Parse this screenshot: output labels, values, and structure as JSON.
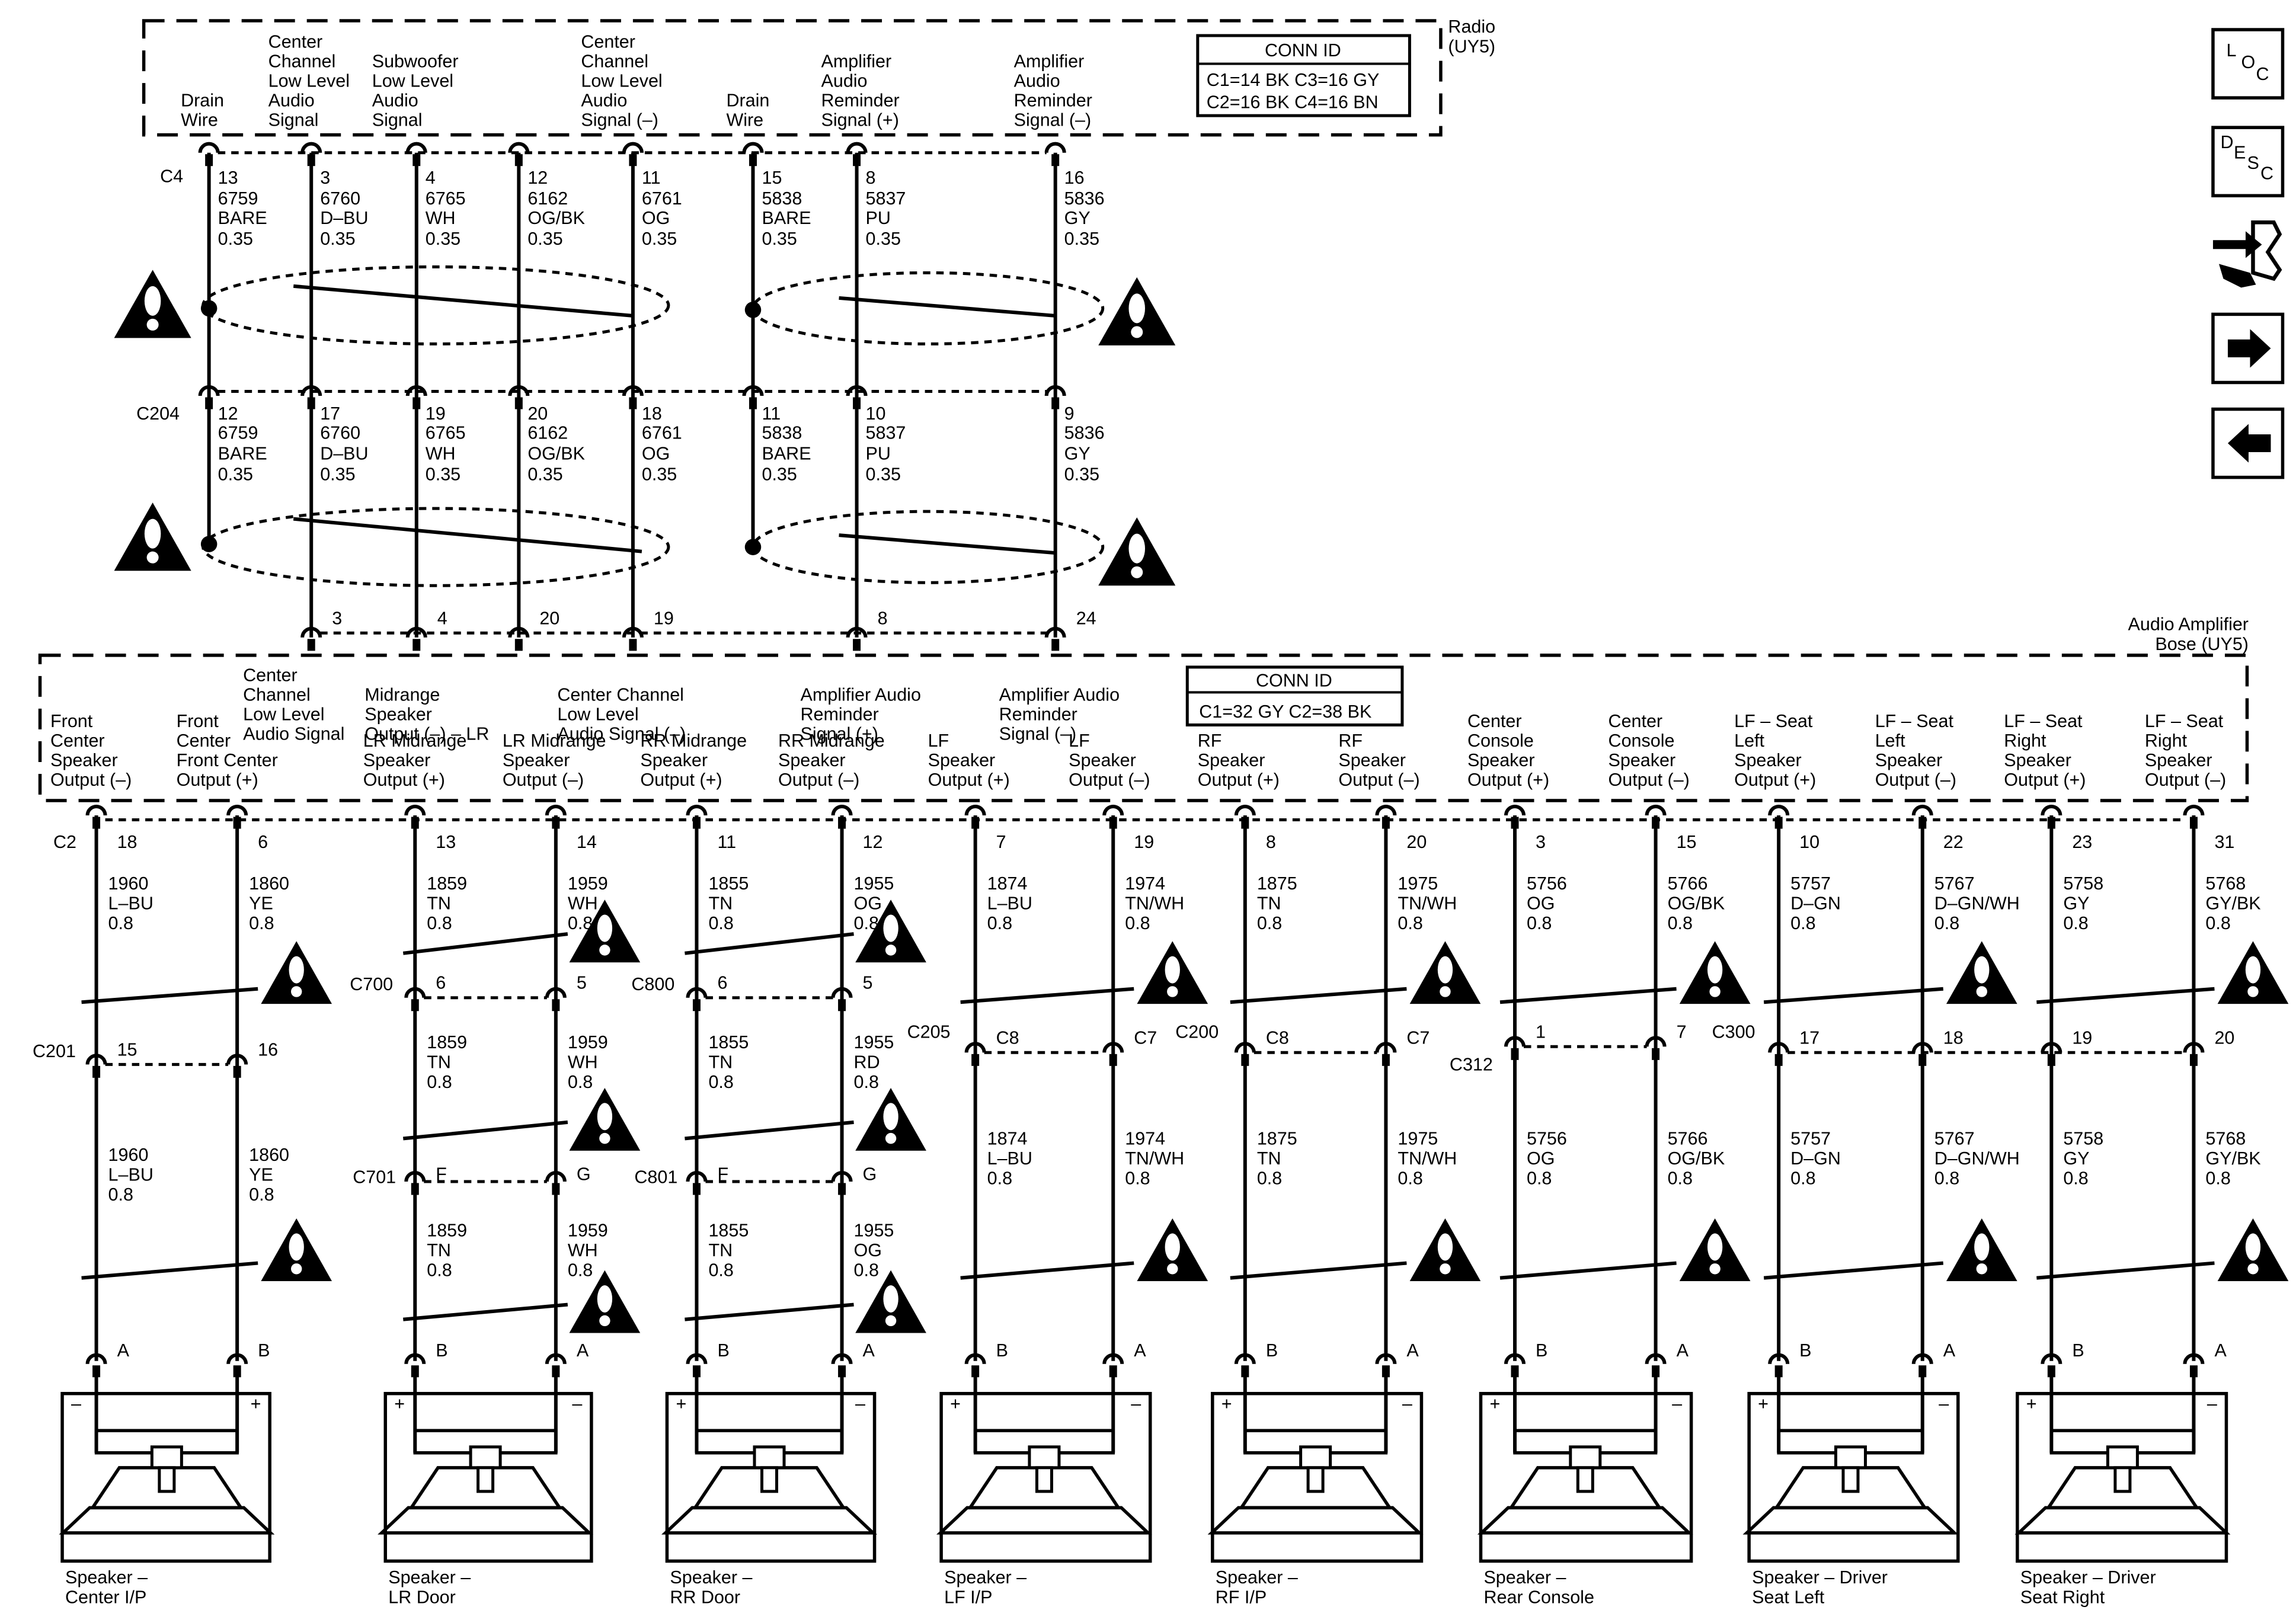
{
  "radio": {
    "name": "Radio\n(UY5)",
    "conn_id_title": "CONN ID",
    "conn_id_lines": [
      "C1=14 BK  C3=16 GY",
      "C2=16 BK  C4=16 BN"
    ],
    "connector": "C4",
    "signals": [
      "Drain\nWire",
      "Center\nChannel\nLow Level\nAudio\nSignal",
      "Subwoofer\nLow Level\nAudio\nSignal",
      "Center\nChannel\nLow Level\nAudio\nSignal (–)",
      "Drain\nWire",
      "Amplifier\nAudio\nReminder\nSignal (+)",
      "Amplifier\nAudio\nReminder\nSignal (–)"
    ]
  },
  "upper_wires": [
    {
      "pin_c4": "13",
      "circuit": "6759",
      "color": "BARE",
      "gauge": "0.35",
      "pin_c204": "12",
      "pin_amp": ""
    },
    {
      "pin_c4": "3",
      "circuit": "6760",
      "color": "D–BU",
      "gauge": "0.35",
      "pin_c204": "17",
      "pin_amp": "3"
    },
    {
      "pin_c4": "4",
      "circuit": "6765",
      "color": "WH",
      "gauge": "0.35",
      "pin_c204": "19",
      "pin_amp": "4"
    },
    {
      "pin_c4": "12",
      "circuit": "6162",
      "color": "OG/BK",
      "gauge": "0.35",
      "pin_c204": "20",
      "pin_amp": "20"
    },
    {
      "pin_c4": "11",
      "circuit": "6761",
      "color": "OG",
      "gauge": "0.35",
      "pin_c204": "18",
      "pin_amp": "19"
    },
    {
      "pin_c4": "15",
      "circuit": "5838",
      "color": "BARE",
      "gauge": "0.35",
      "pin_c204": "11",
      "pin_amp": ""
    },
    {
      "pin_c4": "8",
      "circuit": "5837",
      "color": "PU",
      "gauge": "0.35",
      "pin_c204": "10",
      "pin_amp": "8"
    },
    {
      "pin_c4": "16",
      "circuit": "5836",
      "color": "GY",
      "gauge": "0.35",
      "pin_c204": "9",
      "pin_amp": "24"
    }
  ],
  "c204_label": "C204",
  "amplifier": {
    "name": "Audio Amplifier\nBose (UY5)",
    "conn_id_title": "CONN ID",
    "conn_id_lines": [
      "C1=32 GY  C2=38 BK"
    ],
    "connector": "C2",
    "top_signals": [
      "Center\nChannel\nLow Level\nAudio Signal",
      "Midrange\nSpeaker\nOutput (–) – LR",
      "Center Channel\nLow Level\nAudio Signal (–)",
      "Amplifier Audio\nReminder\nSignal (+)",
      "Amplifier Audio\nReminder\nSignal (–)"
    ],
    "outputs": [
      "Front\nCenter\nSpeaker\nOutput (–)",
      "Front\nCenter\nFront Center\nOutput (+)",
      "LR Midrange\nSpeaker\nOutput (+)",
      "LR Midrange\nSpeaker\nOutput (–)",
      "RR Midrange\nSpeaker\nOutput (+)",
      "RR Midrange\nSpeaker\nOutput (–)",
      "LF\nSpeaker\nOutput (+)",
      "LF\nSpeaker\nOutput (–)",
      "RF\nSpeaker\nOutput (+)",
      "RF\nSpeaker\nOutput (–)",
      "Center\nConsole\nSpeaker\nOutput (+)",
      "Center\nConsole\nSpeaker\nOutput (–)",
      "LF – Seat\nLeft\nSpeaker\nOutput (+)",
      "LF – Seat\nLeft\nSpeaker\nOutput (–)",
      "LF – Seat\nRight\nSpeaker\nOutput (+)",
      "LF – Seat\nRight\nSpeaker\nOutput (–)"
    ]
  },
  "lower_wires": [
    {
      "pin": "18",
      "w1": "1960\nL–BU\n0.8",
      "mid_pin": "15",
      "w2": "1960\nL–BU\n0.8",
      "w3": "",
      "spk_pin": "A"
    },
    {
      "pin": "6",
      "w1": "1860\nYE\n0.8",
      "mid_pin": "16",
      "w2": "1860\nYE\n0.8",
      "w3": "",
      "spk_pin": "B"
    },
    {
      "pin": "13",
      "w1": "1859\nTN\n0.8",
      "mid_pin": "6",
      "w2": "1859\nTN\n0.8",
      "low_pin": "F",
      "w3": "1859\nTN\n0.8",
      "spk_pin": "B"
    },
    {
      "pin": "14",
      "w1": "1959\nWH\n0.8",
      "mid_pin": "5",
      "w2": "1959\nWH\n0.8",
      "low_pin": "G",
      "w3": "1959\nWH\n0.8",
      "spk_pin": "A"
    },
    {
      "pin": "11",
      "w1": "1855\nTN\n0.8",
      "mid_pin": "6",
      "w2": "1855\nTN\n0.8",
      "low_pin": "F",
      "w3": "1855\nTN\n0.8",
      "spk_pin": "B"
    },
    {
      "pin": "12",
      "w1": "1955\nOG\n0.8",
      "mid_pin": "5",
      "w2": "1955\nRD\n0.8",
      "low_pin": "G",
      "w3": "1955\nOG\n0.8",
      "spk_pin": "A"
    },
    {
      "pin": "7",
      "w1": "1874\nL–BU\n0.8",
      "mid_pin": "C8",
      "w2": "1874\nL–BU\n0.8",
      "w3": "",
      "spk_pin": "B"
    },
    {
      "pin": "19",
      "w1": "1974\nTN/WH\n0.8",
      "mid_pin": "C7",
      "w2": "1974\nTN/WH\n0.8",
      "w3": "",
      "spk_pin": "A"
    },
    {
      "pin": "8",
      "w1": "1875\nTN\n0.8",
      "mid_pin": "C8",
      "w2": "1875\nTN\n0.8",
      "w3": "",
      "spk_pin": "B"
    },
    {
      "pin": "20",
      "w1": "1975\nTN/WH\n0.8",
      "mid_pin": "C7",
      "w2": "1975\nTN/WH\n0.8",
      "w3": "",
      "spk_pin": "A"
    },
    {
      "pin": "3",
      "w1": "5756\nOG\n0.8",
      "mid_pin": "1",
      "w2": "5756\nOG\n0.8",
      "w3": "",
      "spk_pin": "B"
    },
    {
      "pin": "15",
      "w1": "5766\nOG/BK\n0.8",
      "mid_pin": "7",
      "w2": "5766\nOG/BK\n0.8",
      "w3": "",
      "spk_pin": "A"
    },
    {
      "pin": "10",
      "w1": "5757\nD–GN\n0.8",
      "mid_pin": "17",
      "w2": "5757\nD–GN\n0.8",
      "w3": "",
      "spk_pin": "B"
    },
    {
      "pin": "22",
      "w1": "5767\nD–GN/WH\n0.8",
      "mid_pin": "18",
      "w2": "5767\nD–GN/WH\n0.8",
      "w3": "",
      "spk_pin": "A"
    },
    {
      "pin": "23",
      "w1": "5758\nGY\n0.8",
      "mid_pin": "19",
      "w2": "5758\nGY\n0.8",
      "w3": "",
      "spk_pin": "B"
    },
    {
      "pin": "31",
      "w1": "5768\nGY/BK\n0.8",
      "mid_pin": "20",
      "w2": "5768\nGY/BK\n0.8",
      "w3": "",
      "spk_pin": "A"
    }
  ],
  "inline_connectors": {
    "c201": "C201",
    "c700": "C700",
    "c701": "C701",
    "c800": "C800",
    "c801": "C801",
    "c205": "C205",
    "c200": "C200",
    "c312": "C312",
    "c300": "C300"
  },
  "speakers": [
    {
      "name": "Speaker –\nCenter I/P",
      "left_sign": "–",
      "right_sign": "+"
    },
    {
      "name": "Speaker –\nLR Door",
      "left_sign": "+",
      "right_sign": "–"
    },
    {
      "name": "Speaker –\nRR Door",
      "left_sign": "+",
      "right_sign": "–"
    },
    {
      "name": "Speaker –\nLF I/P",
      "left_sign": "+",
      "right_sign": "–"
    },
    {
      "name": "Speaker –\nRF I/P",
      "left_sign": "+",
      "right_sign": "–"
    },
    {
      "name": "Speaker –\nRear Console",
      "left_sign": "+",
      "right_sign": "–"
    },
    {
      "name": "Speaker – Driver\nSeat Left",
      "left_sign": "+",
      "right_sign": "–"
    },
    {
      "name": "Speaker – Driver\nSeat Right",
      "left_sign": "+",
      "right_sign": "–"
    }
  ],
  "nav": {
    "loc": [
      "L",
      "O",
      "C"
    ],
    "desc": [
      "D",
      "E",
      "S",
      "C"
    ],
    "icons": [
      "loc-icon",
      "desc-icon",
      "connector-tool-icon",
      "arrow-right-icon",
      "arrow-left-icon"
    ]
  }
}
